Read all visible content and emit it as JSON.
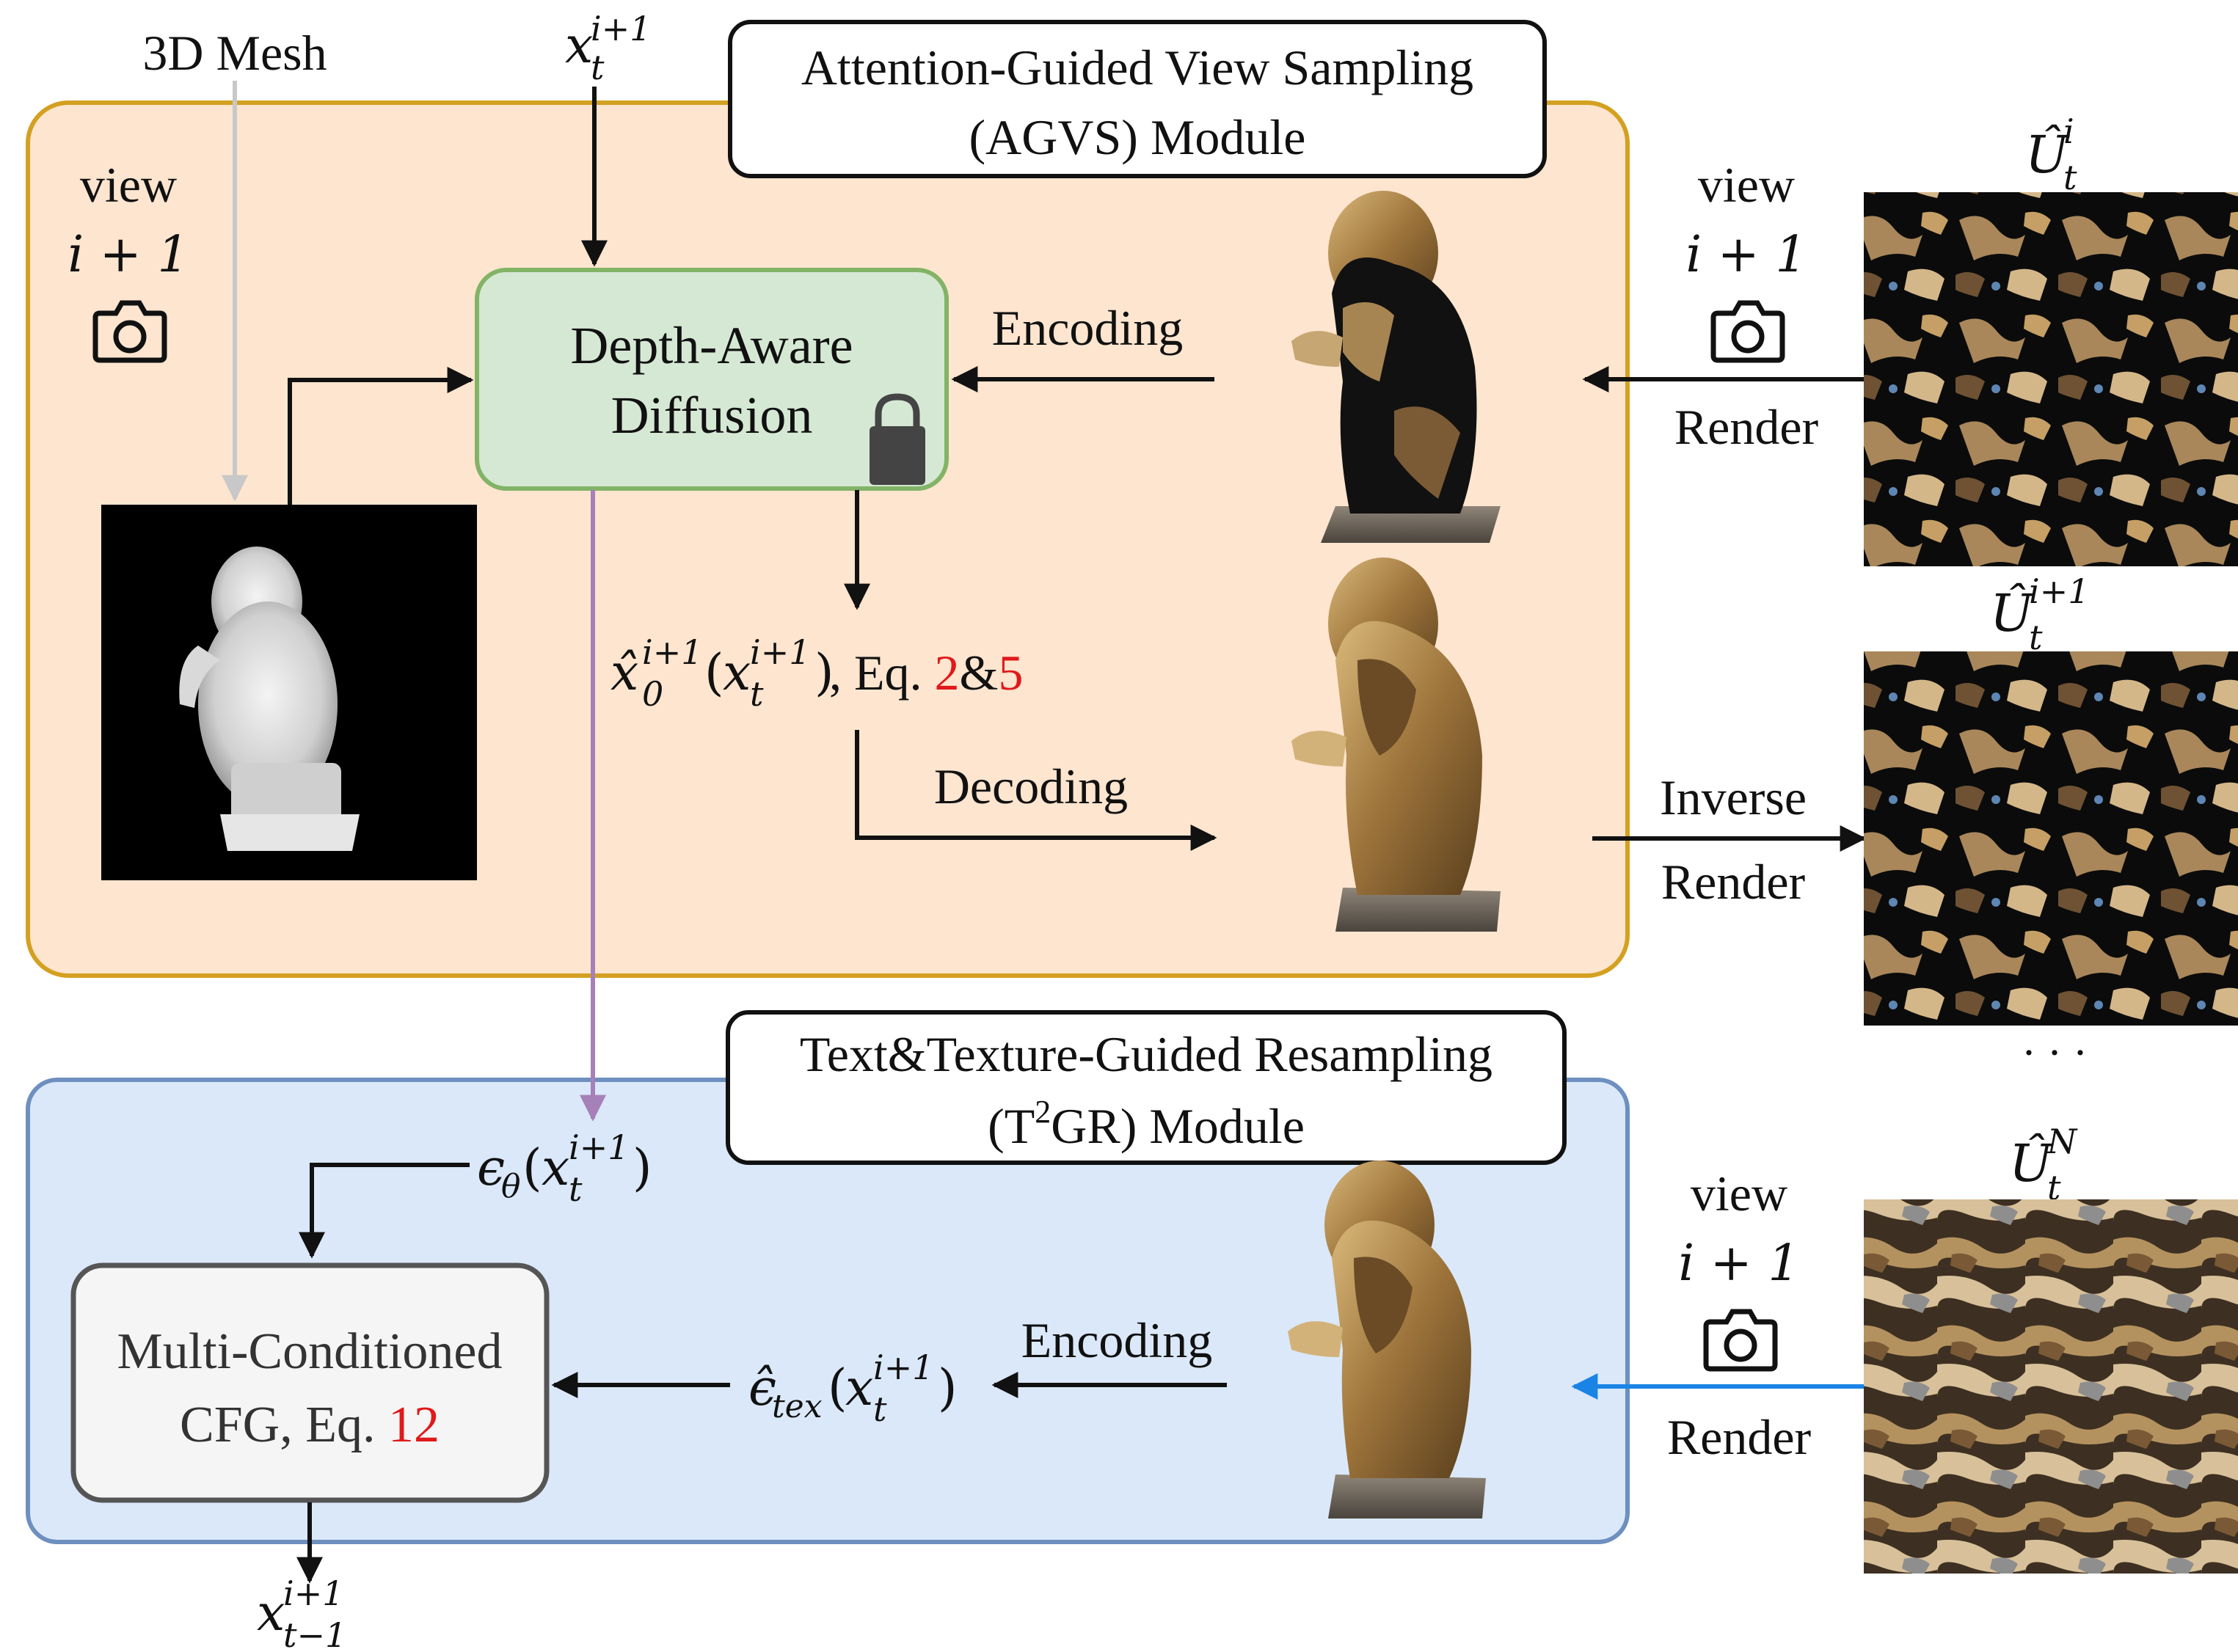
{
  "agvs_module": {
    "title_line1": "Attention-Guided View Sampling",
    "title_line2": "(AGVS) Module",
    "fill": "#fde5cf",
    "border": "#d4a021"
  },
  "t2gr_module": {
    "title_line1": "Text&Texture-Guided Resampling",
    "title_line2_pre": "(T",
    "title_line2_sup": "2",
    "title_line2_post": "GR) Module",
    "fill": "#dae8f9",
    "border": "#6e8fbf"
  },
  "mesh_label": "3D Mesh",
  "view_labels": {
    "view": "view",
    "index": "i + 1"
  },
  "depth_aware_diffusion": {
    "line1": "Depth-Aware",
    "line2": "Diffusion",
    "fill": "#d5e8d4",
    "border": "#82b366",
    "icon": "lock-icon"
  },
  "multi_conditioned_cfg": {
    "line1": "Multi-Conditioned",
    "line2_pre": "CFG, Eq. ",
    "line2_ref": "12",
    "fill": "#f5f5f5",
    "border": "#555555"
  },
  "edge_labels": {
    "encoding": "Encoding",
    "decoding": "Decoding",
    "render": "Render",
    "inverse": "Inverse"
  },
  "math": {
    "x_t_i1": {
      "base": "x",
      "sub": "t",
      "sup": "i+1"
    },
    "x0_hat": {
      "base": "x̂",
      "sub": "0",
      "sup": "i+1"
    },
    "eq_text": ", Eq. ",
    "eq_ref1": "2",
    "eq_amp": "&",
    "eq_ref2": "5",
    "eps_theta": {
      "base": "ϵ",
      "sub": "θ"
    },
    "eps_tex": {
      "base": "ϵ̂",
      "sub": "tex"
    },
    "x_out": {
      "base": "x",
      "sub": "t−1",
      "sup": "i+1"
    }
  },
  "texture_maps": [
    {
      "base": "Û",
      "sub": "t",
      "sup": "i"
    },
    {
      "base": "Û",
      "sub": "t",
      "sup": "i+1"
    },
    {
      "base": "Û",
      "sub": "t",
      "sup": "N"
    }
  ],
  "ellipsis": "· · ·",
  "icons": [
    "camera-icon",
    "lock-icon"
  ],
  "colors": {
    "reference_red": "#e0191b",
    "noise_arrow_purple": "#a680b8",
    "render_arrow_blue": "#1a84e6",
    "mesh_arrow_gray": "#c8c8c8",
    "lion_gold": "#b08a4e"
  }
}
